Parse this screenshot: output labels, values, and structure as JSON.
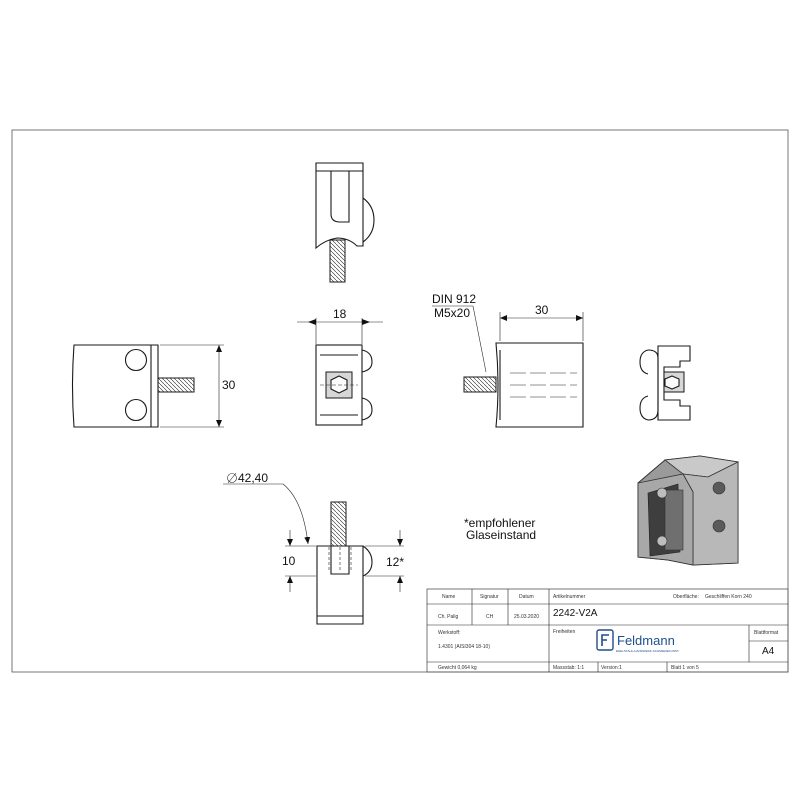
{
  "dimensions": {
    "top_width": "18",
    "right_width": "30",
    "left_height": "30",
    "diameter": "42,40",
    "bottom_height": "10",
    "glass_depth": "12*"
  },
  "screw": {
    "norm": "DIN 912",
    "size": "M5x20"
  },
  "note": {
    "line1": "*empfohlener",
    "line2": "Glaseinstand"
  },
  "title_block": {
    "headers": {
      "name": "Name",
      "signature": "Signatur",
      "date": "Datum",
      "article_number": "Artikelnummer",
      "surface": "Oberfläche:",
      "drawing_format": "Blattformat"
    },
    "author": "Ch. Palig",
    "signature": "CH",
    "date": "25.03.2020",
    "surface_value": "Geschliffen Korn 240",
    "article_number": "2242-V2A",
    "material_label": "Werkstoff:",
    "material_value": "1.4301 (AISI304 18-10)",
    "release_label": "Freiheiten",
    "weight": "Gewicht 0,064 kg",
    "scale": "Massstab: 1:1",
    "version": "Version:1",
    "sheet": "Blatt 1 von 5",
    "format": "A4",
    "company": "Feldmann",
    "company_tagline": "EDELSTAHL-HANDWERK-SCHMIEDEKUNST"
  }
}
